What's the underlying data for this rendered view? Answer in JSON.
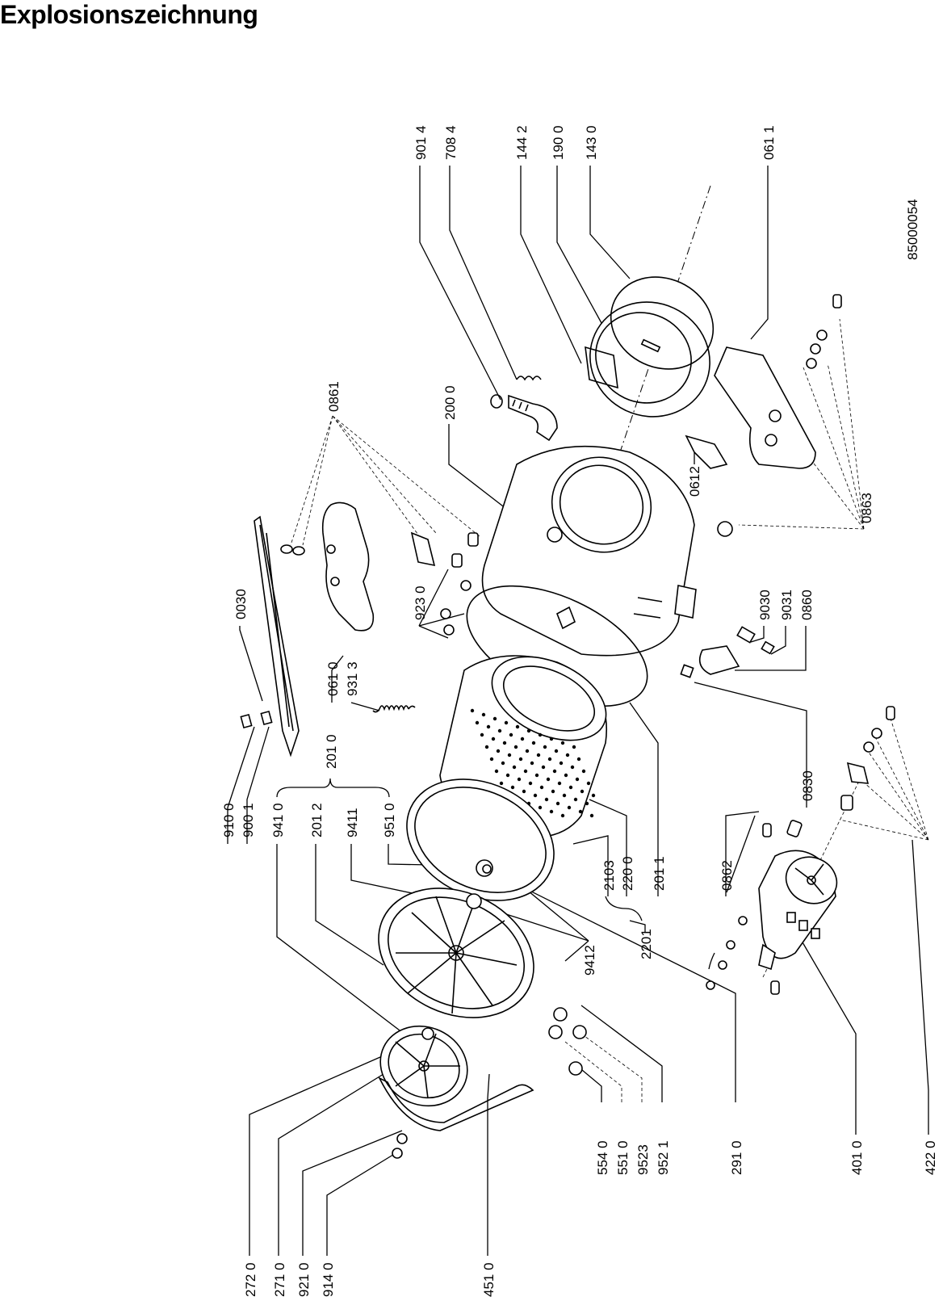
{
  "title": "Explosionszeichnung",
  "drawing_number": "85000054",
  "labels": {
    "l9014": "901 4",
    "l7084": "708 4",
    "l1442": "144 2",
    "l1900": "190 0",
    "l1430": "143 0",
    "l0611": "061 1",
    "l0861": "0861",
    "l2000": "200 0",
    "l0612": "0612",
    "l0863": "0863",
    "l0030": "0030",
    "l9230": "923 0",
    "l0610": "061 0",
    "l9313": "931 3",
    "l9030": "9030",
    "l9031": "9031",
    "l0860": "0860",
    "l9100": "910 0",
    "l9001": "900 1",
    "l2010": "201 0",
    "l9410": "941 0",
    "l2012": "201 2",
    "l9411": "9411",
    "l9510": "951 0",
    "l0830": "0830",
    "l2103": "2103",
    "l2200": "220 0",
    "l2011": "201 1",
    "l0862": "0862",
    "l2201": "2201",
    "l9412": "9412",
    "l5540": "554 0",
    "l5510": "551 0",
    "l9523": "9523",
    "l9521": "952 1",
    "l2910": "291 0",
    "l4010": "401 0",
    "l4220": "422 0",
    "l2720": "272 0",
    "l2710": "271 0",
    "l9210": "921 0",
    "l9140": "914 0",
    "l4510": "451 0"
  }
}
